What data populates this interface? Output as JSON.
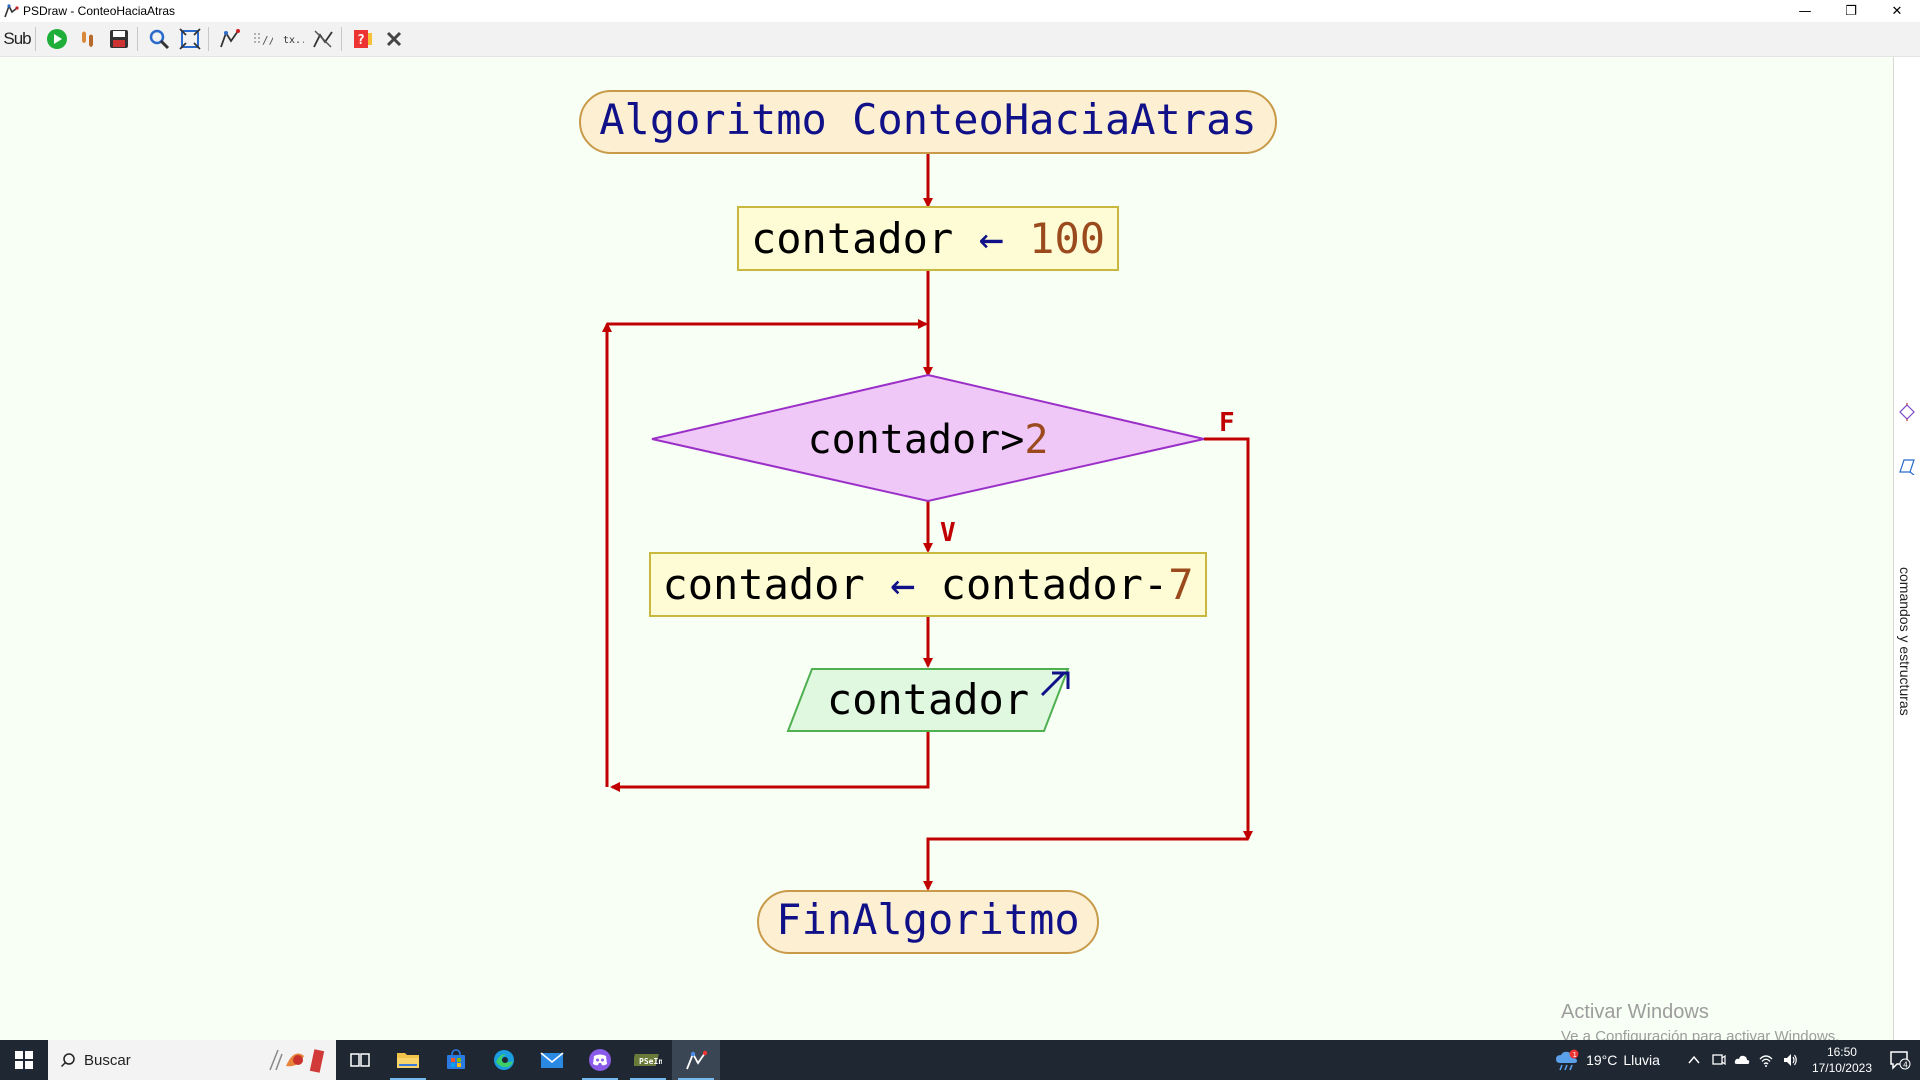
{
  "window": {
    "title": "PSDraw - ConteoHaciaAtras",
    "minimize": "—",
    "restore": "❐",
    "close": "✕"
  },
  "toolbar": {
    "sub_label": "Sub",
    "buttons": [
      "sub-icon",
      "run-icon",
      "step-icon",
      "save-icon",
      "zoom-icon",
      "fit-icon",
      "shape-style-icon",
      "comment-icon",
      "text-icon",
      "config-icon",
      "help-icon",
      "close-icon"
    ]
  },
  "flowchart": {
    "start": "Algoritmo ConteoHaciaAtras",
    "assign1_var": "contador",
    "assign1_arrow": "←",
    "assign1_value": "100",
    "condition_expr": "contador>",
    "condition_value": "2",
    "false_label": "F",
    "true_label": "V",
    "assign2_var": "contador",
    "assign2_arrow": "←",
    "assign2_expr": "contador-",
    "assign2_value": "7",
    "output_var": "contador",
    "end": "FinAlgoritmo"
  },
  "right_panel": {
    "label": "comandos y estructuras"
  },
  "watermark": {
    "line1": "Activar Windows",
    "line2": "Ve a Configuración para activar Windows."
  },
  "taskbar": {
    "search_placeholder": "Buscar",
    "weather_temp": "19°C",
    "weather_desc": "Lluvia",
    "weather_badge": "1",
    "time": "16:50",
    "date": "17/10/2023",
    "notification_count": "4"
  },
  "colors": {
    "arrow": "#c00000",
    "keyword_text": "#101088",
    "number_text": "#9a4a1c",
    "terminal_fill": "#fdf0d2",
    "terminal_stroke": "#c89a4a",
    "process_fill": "#fdfcd4",
    "process_stroke": "#c8b840",
    "decision_fill": "#f0c8f8",
    "decision_stroke": "#9a30c8",
    "io_fill": "#e0f8e0",
    "io_stroke": "#50b050",
    "canvas_bg": "#f8fff4"
  }
}
